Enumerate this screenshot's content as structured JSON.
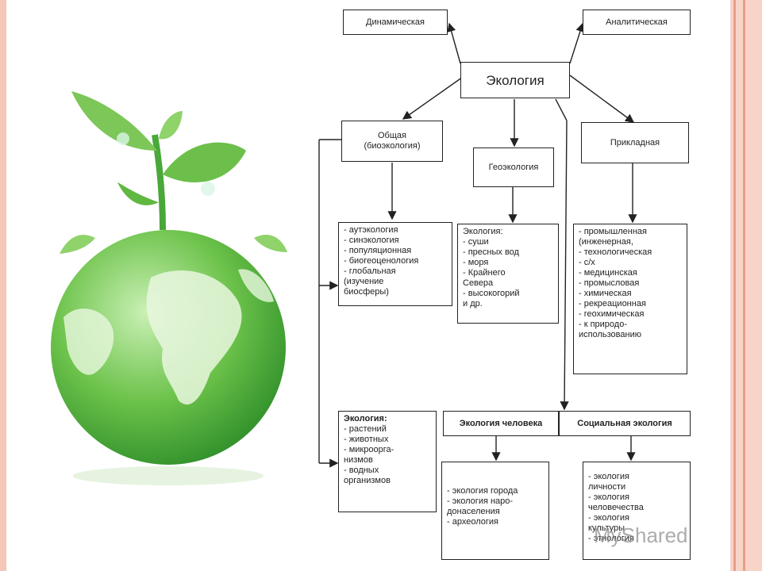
{
  "diagram": {
    "root": "Экология",
    "dynamic": "Динамическая",
    "analytic": "Аналитическая",
    "general": "Общая\n(биоэкология)",
    "geo": "Геоэкология",
    "applied": "Прикладная",
    "general_list": "- аутэкология\n- синэкология\n- популяционная\n- биогеоценология\n- глобальная\n(изучение\nбиосферы)",
    "geo_list": "Экология:\n- суши\n- пресных вод\n- моря\n- Крайнего\nСевера\n- высокогорий\nи др.",
    "applied_list": "- промышленная\n(инженерная,\n- технологическая\n- с/х\n- медицинская\n- промысловая\n- химическая\n- рекреационная\n- геохимическая\n- к природо-\nиспользованию",
    "organisms_title": "Экология:",
    "organisms_list": "- растений\n- животных\n- микроорга-\nнизмов\n- водных\nорганизмов",
    "human": "Экология человека",
    "social": "Социальная экология",
    "human_list": "- экология города\n- экология наро-\nдонаселения\n- археология",
    "social_list": "- экология\nличности\n- экология\nчеловечества\n- экология\nкультуры\n- этнология"
  },
  "watermark": "MyShared",
  "colors": {
    "accent": "#f4c7b6",
    "globe": "#5cb85c"
  }
}
